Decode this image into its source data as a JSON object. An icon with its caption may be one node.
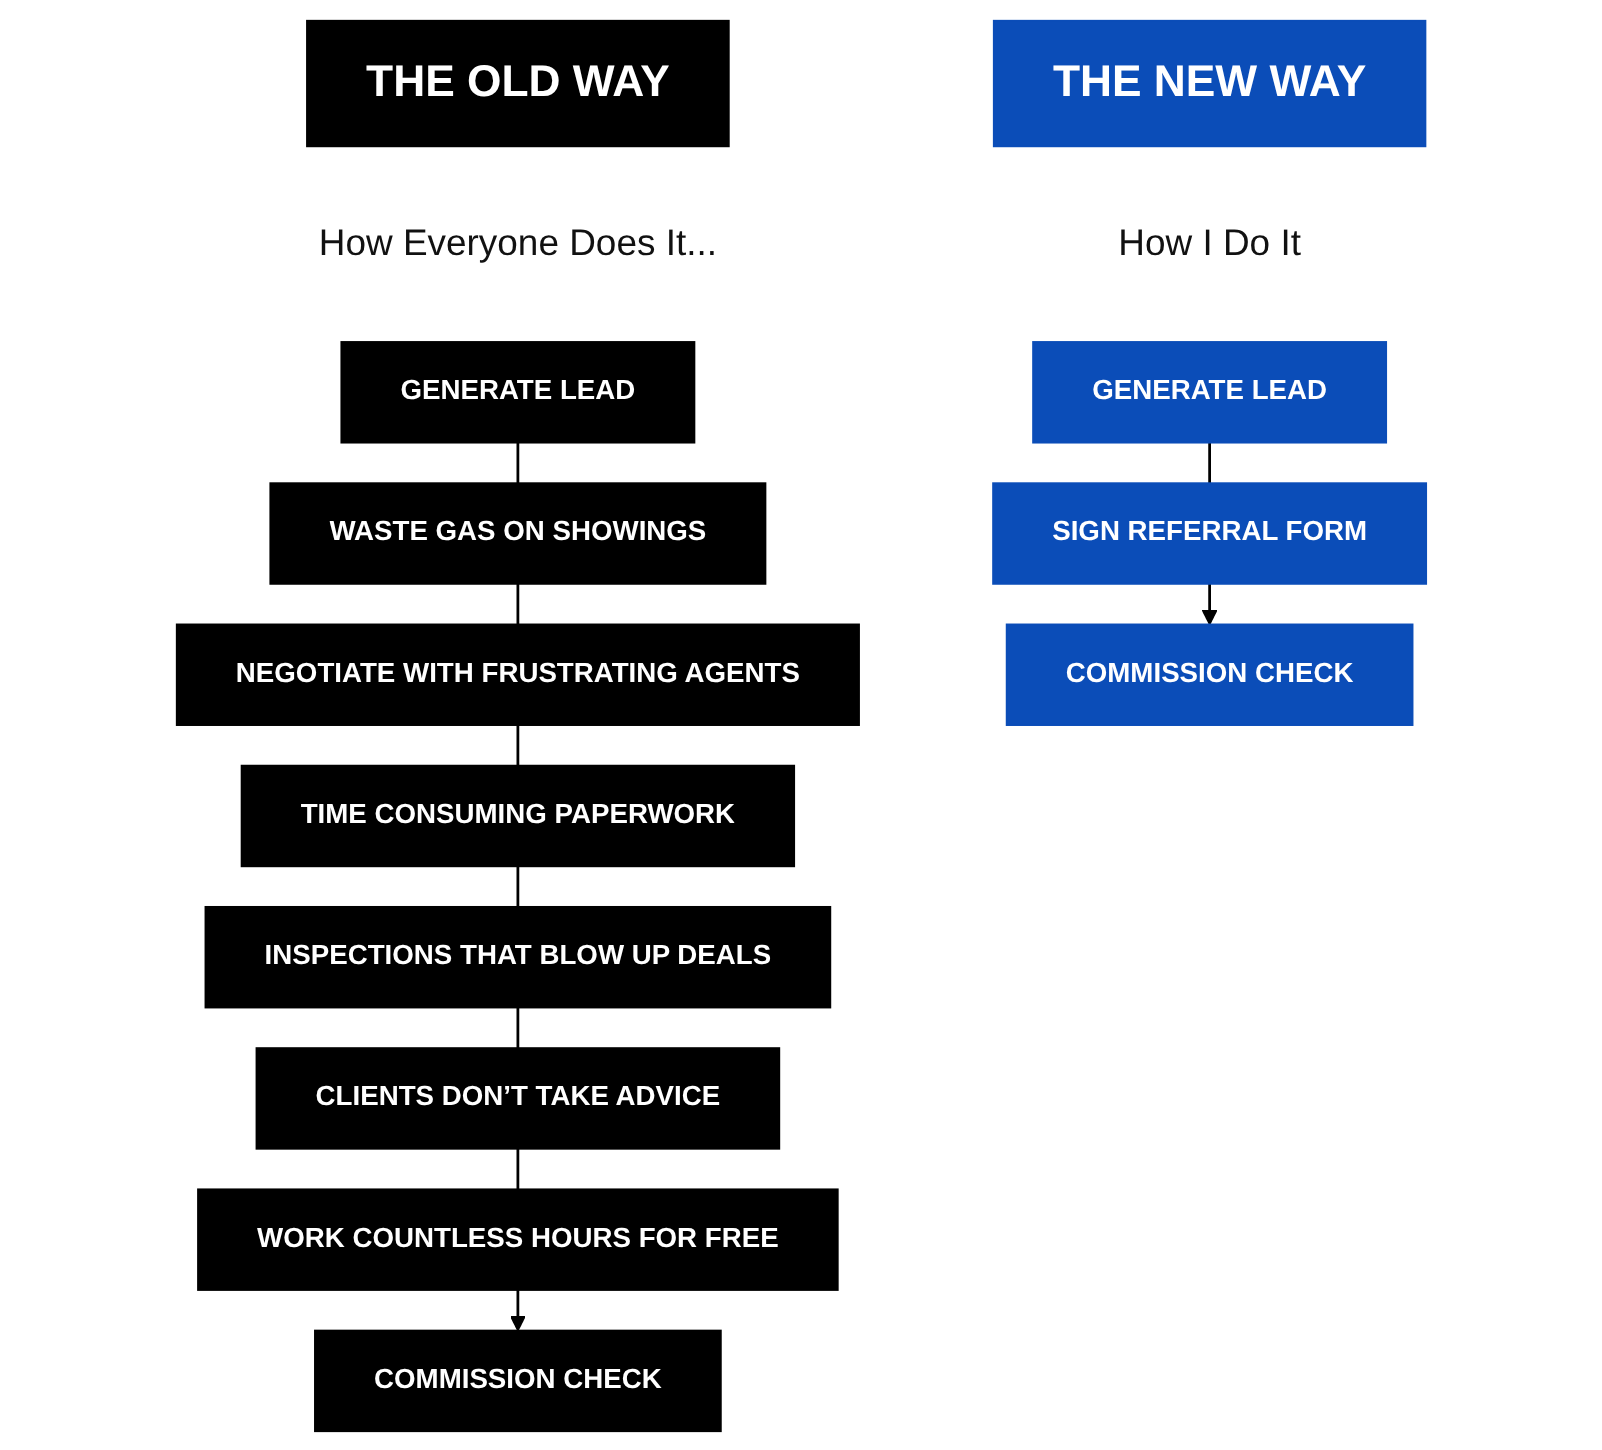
{
  "diagram": {
    "nodes": [
      {
        "text": [
          "THE OLD WAY"
        ],
        "beside": [
          "How Everyone Does It..."
        ]
      },
      {
        "text": [
          "GENERATE LEAD"
        ]
      },
      {
        "text": [
          "WASTE GAS ON SHOWINGS"
        ]
      },
      {
        "text": [
          "NEGOTIATE WITH FRUSTRATING AGENTS"
        ]
      },
      {
        "text": [
          "TIME CONSUMING PAPERWORK"
        ]
      },
      {
        "text": [
          "INSPECTIONS THAT BLOW UP DEALS"
        ]
      },
      {
        "text": [
          "CLIENTS DON’T TAKE ADVICE"
        ]
      },
      {
        "text": [
          "WORK COUNTLESS HOURS FOR FREE"
        ]
      },
      {
        "text": [
          "COMMISSION CHECK"
        ]
      },
      {
        "text": [
          "THE NEW WAY"
        ],
        "beside": [
          "How I Do It"
        ]
      },
      {
        "text": [
          "GENERATE LEAD"
        ]
      },
      {
        "text": [
          "SIGN REFERRAL FORM"
        ]
      },
      {
        "text": [
          "COMMISSION CHECK"
        ]
      }
    ],
    "edges": [
      {
        "from": 1,
        "to": 2,
        "arrow": "none"
      },
      {
        "from": 2,
        "to": 3,
        "arrow": "none"
      },
      {
        "from": 3,
        "to": 4,
        "arrow": "none"
      },
      {
        "from": 4,
        "to": 5,
        "arrow": "none"
      },
      {
        "from": 5,
        "to": 6,
        "arrow": "none"
      },
      {
        "from": 6,
        "to": 7,
        "arrow": "none"
      },
      {
        "from": 7,
        "to": 8,
        "arrow": "to"
      },
      {
        "from": 10,
        "to": 11,
        "arrow": "none"
      },
      {
        "from": 11,
        "to": 12,
        "arrow": "to"
      }
    ]
  }
}
